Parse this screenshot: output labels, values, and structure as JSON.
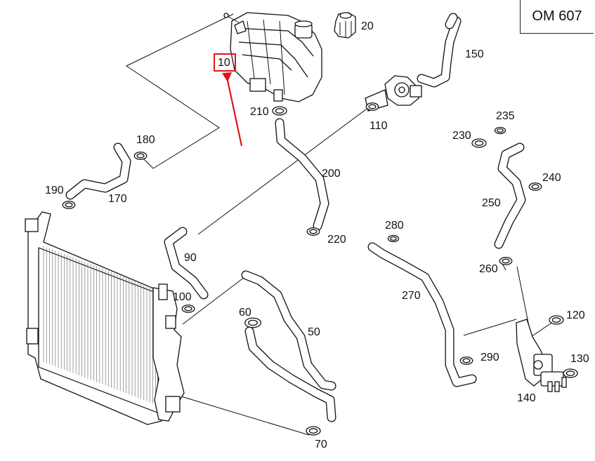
{
  "engine_code": "OM 607",
  "highlight_color": "#e0151b",
  "highlighted_part": "10",
  "parts": [
    {
      "number": "10",
      "name": "expansion-tank"
    },
    {
      "number": "20",
      "name": "tank-cap"
    },
    {
      "number": "50",
      "name": "hose"
    },
    {
      "number": "60",
      "name": "clamp"
    },
    {
      "number": "70",
      "name": "clamp"
    },
    {
      "number": "90",
      "name": "hose"
    },
    {
      "number": "100",
      "name": "clamp"
    },
    {
      "number": "110",
      "name": "clamp"
    },
    {
      "number": "120",
      "name": "nut"
    },
    {
      "number": "130",
      "name": "bolt"
    },
    {
      "number": "140",
      "name": "valve"
    },
    {
      "number": "150",
      "name": "hose"
    },
    {
      "number": "170",
      "name": "hose"
    },
    {
      "number": "180",
      "name": "clamp"
    },
    {
      "number": "190",
      "name": "clamp"
    },
    {
      "number": "200",
      "name": "hose"
    },
    {
      "number": "210",
      "name": "clamp"
    },
    {
      "number": "220",
      "name": "clamp"
    },
    {
      "number": "230",
      "name": "bracket"
    },
    {
      "number": "235",
      "name": "bolt"
    },
    {
      "number": "240",
      "name": "clamp"
    },
    {
      "number": "250",
      "name": "hose"
    },
    {
      "number": "260",
      "name": "clamp"
    },
    {
      "number": "270",
      "name": "hose"
    },
    {
      "number": "280",
      "name": "clamp"
    },
    {
      "number": "290",
      "name": "clamp"
    }
  ]
}
